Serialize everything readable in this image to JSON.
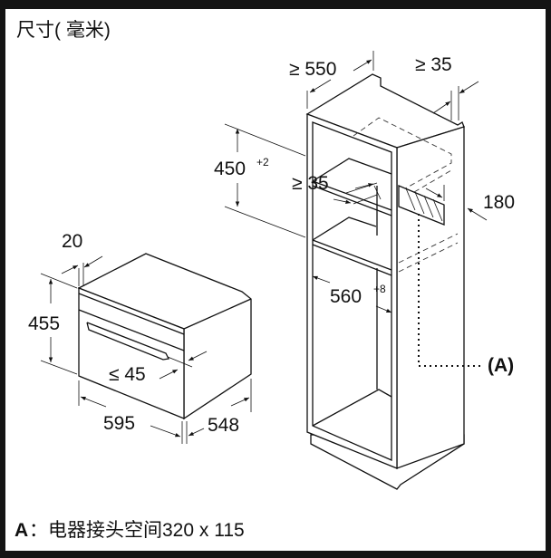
{
  "title": "尺寸( 毫米)",
  "cabinet_dims": {
    "width_min": "≥ 550",
    "rear_gap": "≥ 35",
    "niche_height": "450",
    "niche_height_tol": "+2",
    "shelf_gap": "≥ 35",
    "depth": "180",
    "niche_width": "560",
    "niche_width_tol": "+8",
    "connection_label": "(A)"
  },
  "oven_dims": {
    "panel": "20",
    "height": "455",
    "handle": "≤ 45",
    "width": "595",
    "depth": "548"
  },
  "footnote": {
    "key": "A",
    "text": "：电器接头空间320 x 115"
  }
}
